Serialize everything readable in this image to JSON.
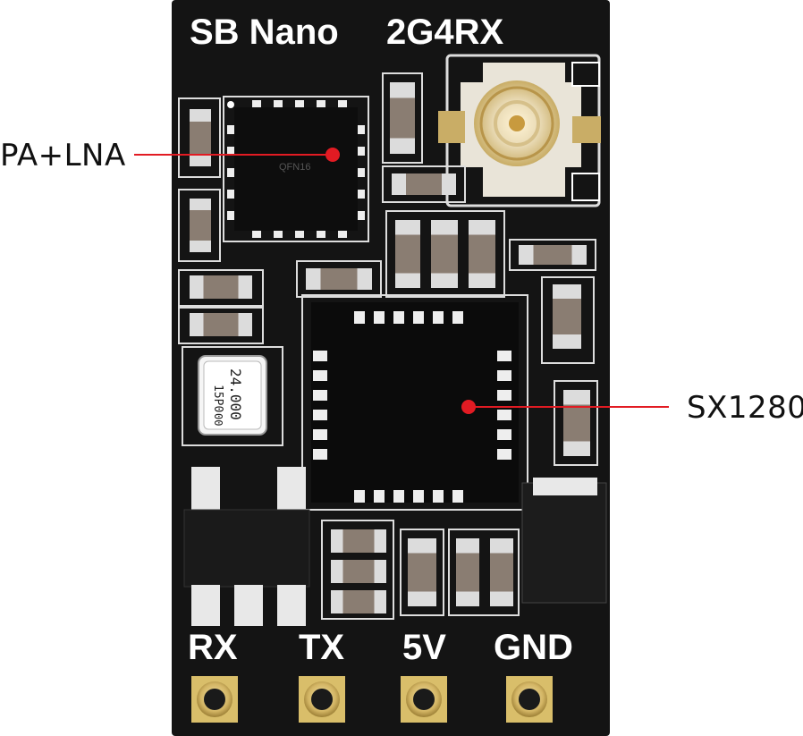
{
  "board": {
    "title_part1": "SB Nano",
    "title_part2": "2G4RX",
    "crystal_line1": "24.000",
    "crystal_line2": "15P0",
    "crystal_line3": "00",
    "pa_chip_marking": "QFN16"
  },
  "callouts": [
    {
      "id": "pa-lna",
      "label": "PA+LNA"
    },
    {
      "id": "sx1280",
      "label": "SX1280"
    }
  ],
  "pins": [
    {
      "label": "RX"
    },
    {
      "label": "TX"
    },
    {
      "label": "5V"
    },
    {
      "label": "GND"
    }
  ],
  "colors": {
    "pcb": "#141414",
    "silkscreen": "#ffffff",
    "pad_gold": "#d9be6a",
    "callout_line": "#e21b23",
    "component_body": "#8a7d72",
    "component_end": "#d8d8d8"
  }
}
